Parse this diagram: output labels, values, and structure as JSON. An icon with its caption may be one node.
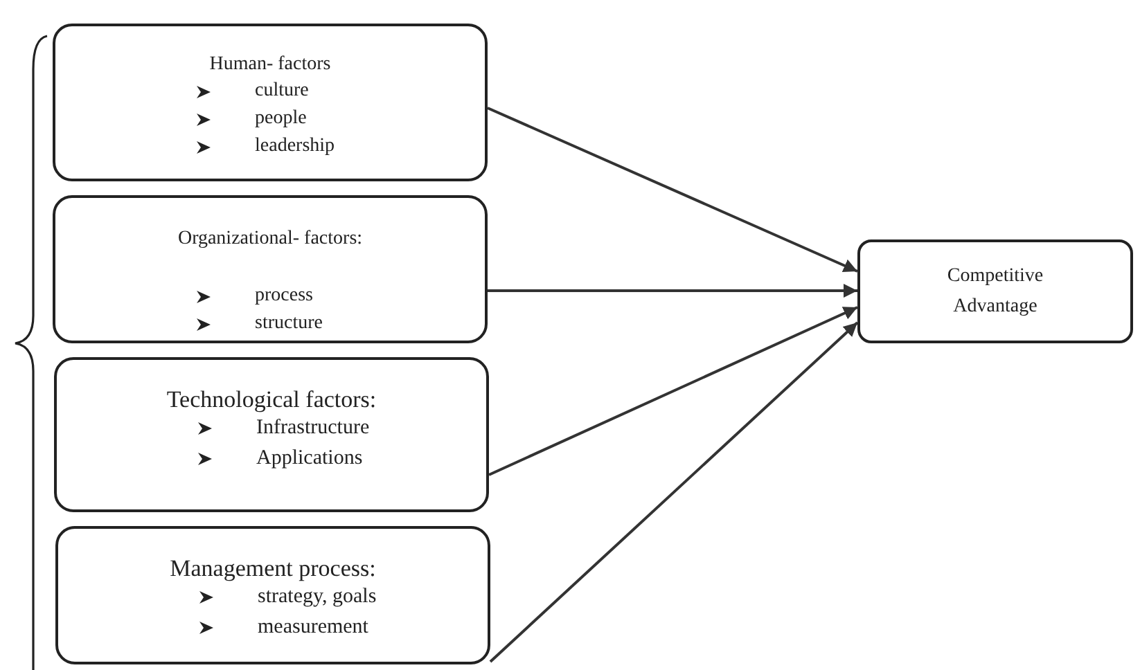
{
  "diagram": {
    "nodes": [
      {
        "text": [
          "Human- factors",
          "culture",
          "people",
          "leadership"
        ]
      },
      {
        "text": [
          "Organizational- factors:",
          "process",
          "structure"
        ]
      },
      {
        "text": [
          "Technological factors:",
          "Infrastructure",
          "Applications"
        ]
      },
      {
        "text": [
          "Management process:",
          "strategy, goals",
          "measurement"
        ]
      },
      {
        "text": [
          "Competitive Advantage"
        ]
      }
    ],
    "edges": [
      {
        "from": 0,
        "to": 4,
        "arrow": "to"
      },
      {
        "from": 1,
        "to": 4,
        "arrow": "to"
      },
      {
        "from": 2,
        "to": 4,
        "arrow": "to"
      },
      {
        "from": 3,
        "to": 4,
        "arrow": "to"
      }
    ]
  }
}
